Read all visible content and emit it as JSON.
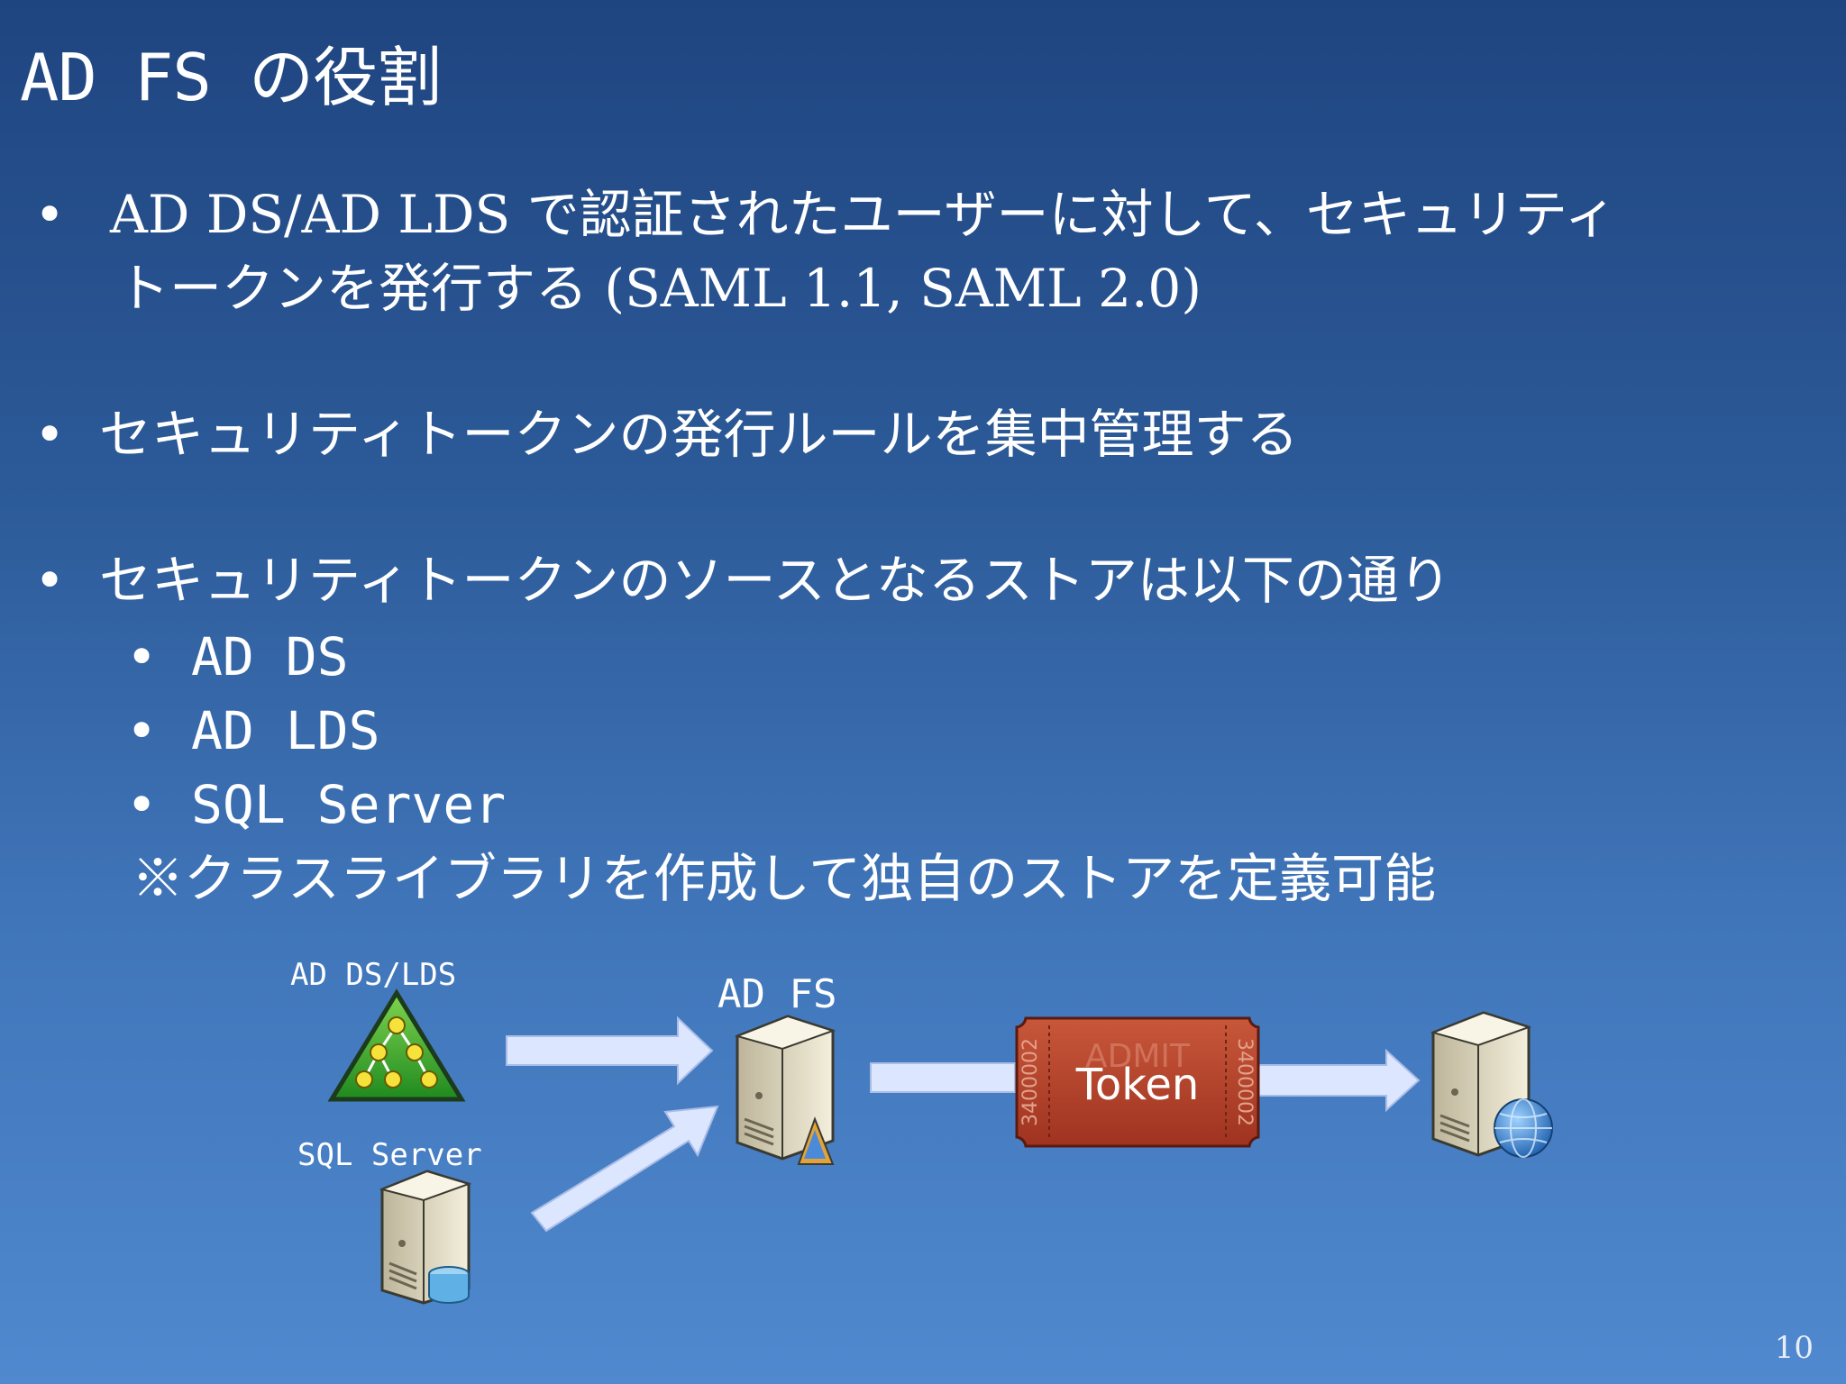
{
  "slide": {
    "title": "AD FS の役割",
    "bullets": [
      {
        "line1": "AD DS/AD LDS で認証されたユーザーに対して、セキュリティ",
        "line2": "トークンを発行する (SAML 1.1, SAML 2.0)"
      },
      {
        "line1": "セキュリティトークンの発行ルールを集中管理する"
      },
      {
        "line1": "セキュリティトークンのソースとなるストアは以下の通り"
      }
    ],
    "store_items": [
      "AD DS",
      "AD LDS",
      "SQL Server"
    ],
    "note": "※クラスライブラリを作成して独自のストアを定義可能",
    "bullet_glyph": "•",
    "page_number": "10"
  },
  "diagram": {
    "ad_label": "AD DS/LDS",
    "sql_label": "SQL Server",
    "adfs_label": "AD FS",
    "token_text": "Token",
    "ticket_word": "ADMIT",
    "ticket_serial": "3400002",
    "icons": [
      "ad-triangle-icon",
      "sql-server-icon",
      "adfs-server-icon",
      "ticket-icon",
      "web-server-icon"
    ],
    "colors": {
      "arrow": "#dce6ff",
      "ticket": "#b8412a",
      "triangle": "#2f9e2f",
      "server": "#e8e2cc"
    }
  }
}
